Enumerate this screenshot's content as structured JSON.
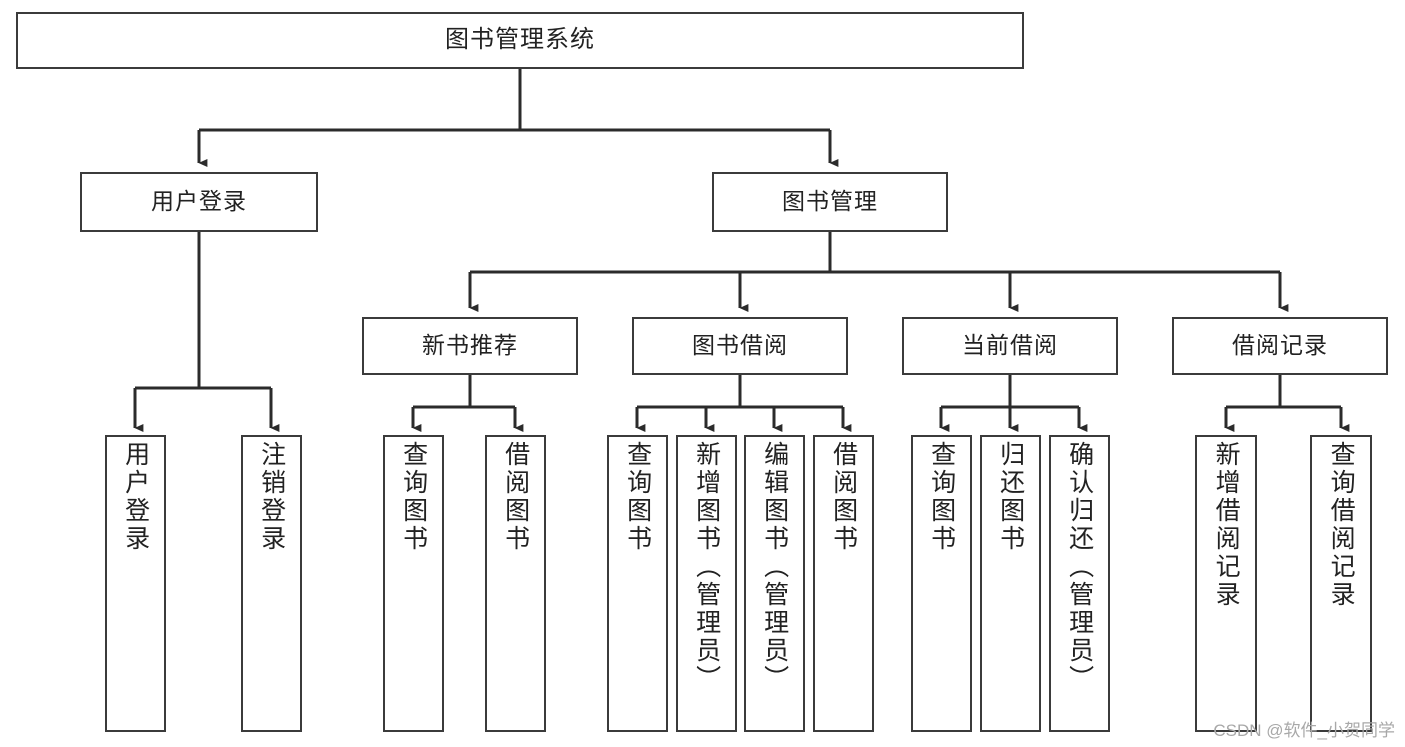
{
  "diagram": {
    "title": "图书管理系统",
    "type": "tree-hierarchy-chart",
    "colors": {
      "box_border": "#3b3b3b",
      "box_fill": "#ffffff",
      "edge": "#2b2b2b",
      "text": "#222222",
      "watermark": "#a8a8a8",
      "background": "#ffffff"
    },
    "root": {
      "label": "图书管理系统"
    },
    "level1": [
      {
        "label": "用户登录"
      },
      {
        "label": "图书管理"
      }
    ],
    "level2": [
      {
        "label": "新书推荐"
      },
      {
        "label": "图书借阅"
      },
      {
        "label": "当前借阅"
      },
      {
        "label": "借阅记录"
      }
    ],
    "leaves": {
      "user_login": [
        {
          "label": "用户登录"
        },
        {
          "label": "注销登录"
        }
      ],
      "new_book_recommend": [
        {
          "label": "查询图书"
        },
        {
          "label": "借阅图书"
        }
      ],
      "book_borrow": [
        {
          "label": "查询图书"
        },
        {
          "label": "新增图书（管理员）"
        },
        {
          "label": "编辑图书（管理员）"
        },
        {
          "label": "借阅图书"
        }
      ],
      "current_borrow": [
        {
          "label": "查询图书"
        },
        {
          "label": "归还图书"
        },
        {
          "label": "确认归还（管理员）"
        }
      ],
      "borrow_record": [
        {
          "label": "新增借阅记录"
        },
        {
          "label": "查询借阅记录"
        }
      ]
    }
  },
  "watermark": {
    "text": "CSDN @软件_小贺同学"
  }
}
